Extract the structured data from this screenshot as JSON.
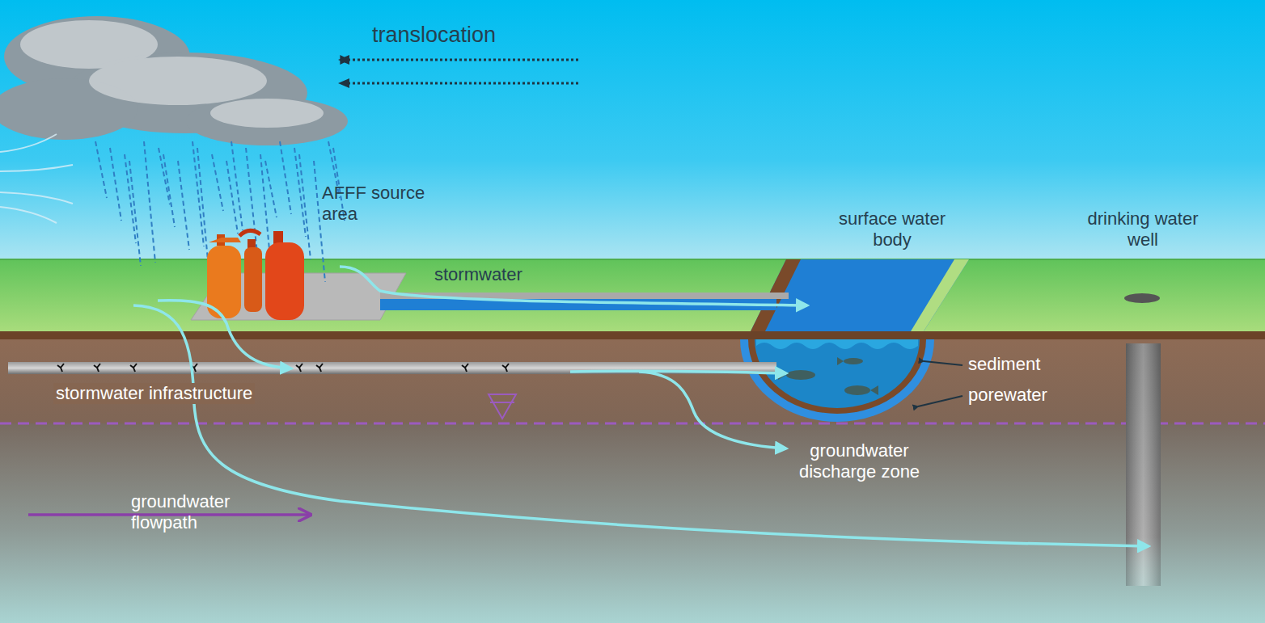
{
  "diagram": {
    "labels": [
      "translocation",
      "AFFF source area",
      "surface water body",
      "drinking water well",
      "stormwater",
      "sediment",
      "stormwater infrastructure",
      "porewater",
      "groundwater discharge zone",
      "groundwater flowpath"
    ]
  }
}
